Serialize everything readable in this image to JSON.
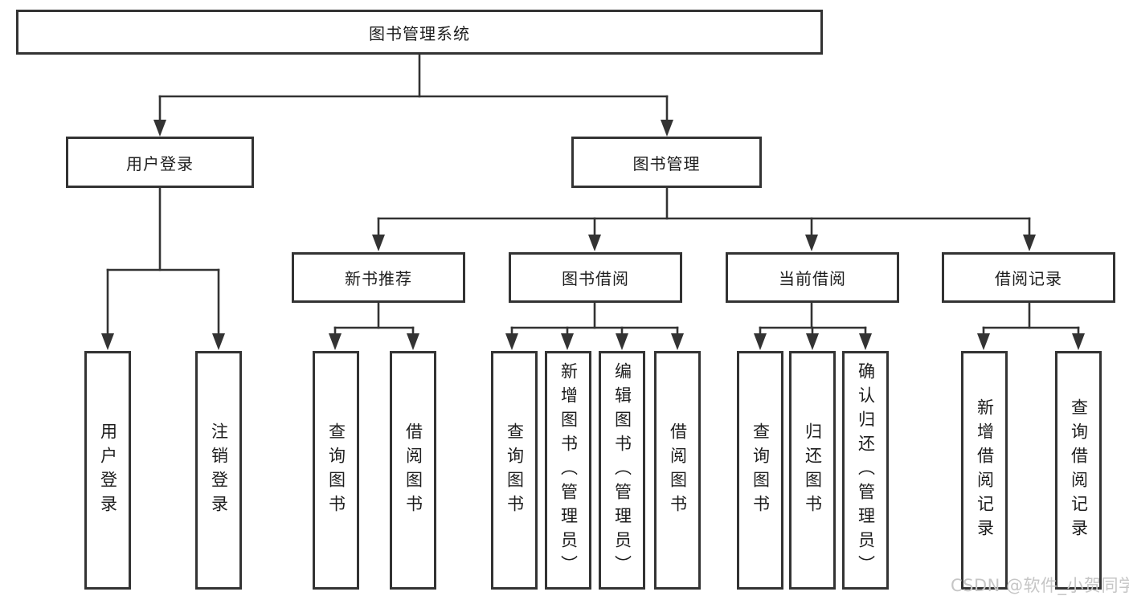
{
  "diagram": {
    "root": {
      "label": "图书管理系统"
    },
    "level2": [
      {
        "label": "用户登录"
      },
      {
        "label": "图书管理"
      }
    ],
    "level3": [
      {
        "label": "新书推荐"
      },
      {
        "label": "图书借阅"
      },
      {
        "label": "当前借阅"
      },
      {
        "label": "借阅记录"
      }
    ],
    "leaves": {
      "user_login": [
        "用户登录",
        "注销登录"
      ],
      "new_book_recommend": [
        "查询图书",
        "借阅图书"
      ],
      "book_borrowing": [
        "查询图书",
        "新增图书（管理员）",
        "编辑图书（管理员）",
        "借阅图书"
      ],
      "current_borrowing": [
        "查询图书",
        "归还图书",
        "确认归还（管理员）"
      ],
      "borrow_records": [
        "新增借阅记录",
        "查询借阅记录"
      ]
    }
  },
  "watermark": {
    "text": "CSDN @软件_小贺同学"
  },
  "colors": {
    "line": "#333333",
    "border": "#333333",
    "text": "#1d1d1d",
    "background": "#ffffff",
    "watermark": "#c6c6c6"
  }
}
